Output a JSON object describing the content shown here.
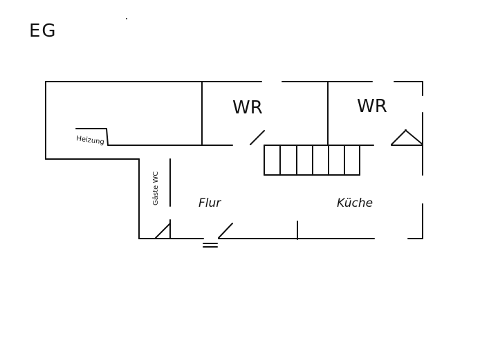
{
  "floor_label": "EG",
  "rooms": {
    "room_left": "WR",
    "room_right": "WR",
    "heating": "Heizung",
    "guest_wc": "Gäste WC",
    "hallway": "Flur",
    "kitchen": "Küche"
  },
  "colors": {
    "ink": "#111111",
    "paper": "#ffffff"
  }
}
